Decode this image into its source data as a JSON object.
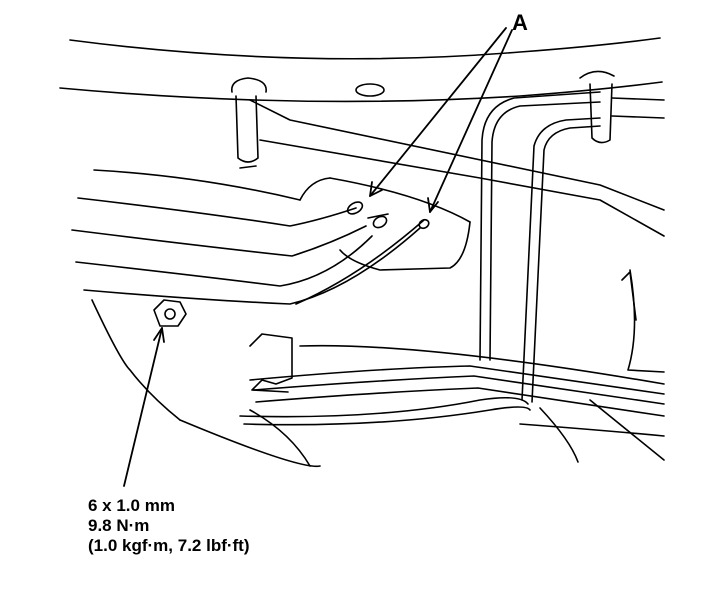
{
  "callouts": {
    "label_a": "A",
    "spec_line1": "6 x 1.0 mm",
    "spec_line2": "9.8 N·m",
    "spec_line3": "(1.0 kgf·m, 7.2 lbf·ft)"
  },
  "colors": {
    "line": "#000000",
    "background": "#ffffff"
  }
}
